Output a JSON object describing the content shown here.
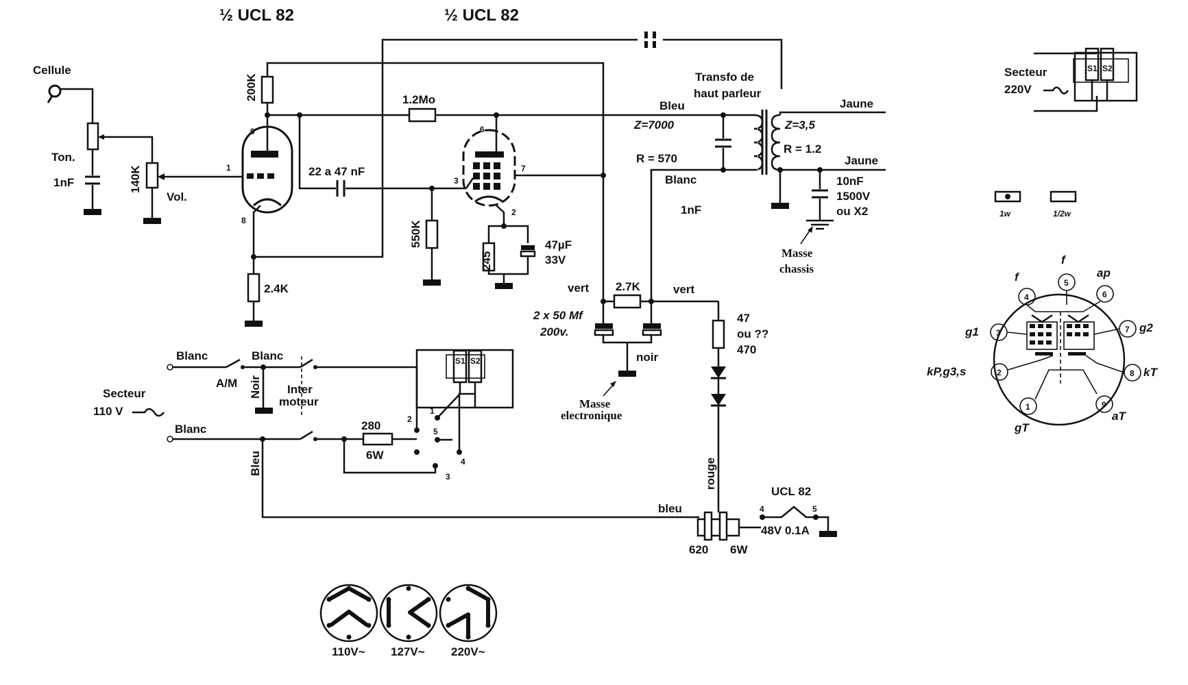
{
  "title": {
    "tube_left": "½ UCL 82",
    "tube_right": "½ UCL 82"
  },
  "input": {
    "cellule": "Cellule",
    "ton": "Ton.",
    "cap_1nf": "1nF",
    "pot_140k": "140K",
    "vol": "Vol."
  },
  "triode": {
    "r_200k": "200K",
    "r_2_4k": "2.4K",
    "pin9": "9",
    "pin1": "1",
    "pin8": "8"
  },
  "coupling": {
    "r_1_2mo": "1.2Mo",
    "cap": "22 a 47 nF",
    "r_550k": "550K"
  },
  "pentode": {
    "pin6": "6",
    "pin7": "7",
    "pin3": "3",
    "pin2": "2",
    "r_245": "245",
    "cap_47uf": "47µF",
    "cap_33v": "33V"
  },
  "transformer": {
    "title_line1": "Transfo de",
    "title_line2": "haut  parleur",
    "bleu": "Bleu",
    "z_primary": "Z=7000",
    "r_primary": "R = 570",
    "blanc": "Blanc",
    "cap_1nf": "1nF",
    "jaune1": "Jaune",
    "z_secondary": "Z=3,5",
    "r_secondary": "R = 1.2",
    "jaune2": "Jaune",
    "cap_10nf": "10nF",
    "cap_1500v": "1500V",
    "cap_x2": "ou X2",
    "masse1": "Masse",
    "masse2": "chassis"
  },
  "supply": {
    "vert_left": "vert",
    "r_2_7k": "2.7K",
    "vert_right": "vert",
    "caps_line1": "2 x 50 Mf",
    "caps_line2": "200v.",
    "noir": "noir",
    "masse1": "Masse",
    "masse2": "electronique",
    "r_47_1": "47",
    "r_47_2": "ou ??",
    "r_47_3": "470",
    "rouge": "rouge",
    "bleu": "bleu",
    "r_620": "620",
    "r_6w": "6W",
    "heater_title": "UCL 82",
    "heater_pin4": "4",
    "heater_pin5": "5",
    "heater_rating": "48V 0.1A"
  },
  "mains": {
    "blanc1": "Blanc",
    "blanc2": "Blanc",
    "am": "A/M",
    "noir": "Noir",
    "inter1": "Inter",
    "inter2": "moteur",
    "secteur": "Secteur",
    "v110": "110 V",
    "blanc3": "Blanc",
    "bleu": "Bleu",
    "r_280": "280",
    "r_6w": "6W",
    "sw_1": "1",
    "sw_2": "2",
    "sw_3": "3",
    "sw_4": "4",
    "sw_5": "5",
    "s1": "S1",
    "s2": "S2"
  },
  "selector": {
    "v110": "110V~",
    "v127": "127V~",
    "v220": "220V~"
  },
  "inset": {
    "secteur": "Secteur",
    "v220": "220V",
    "s1": "S1",
    "s2": "S2",
    "w1": "1w",
    "w_half": "1/2w"
  },
  "pinout": {
    "f_left": "f",
    "f_top": "f",
    "ap": "ap",
    "g1": "g1",
    "g2": "g2",
    "kp": "kP,g3,s",
    "kt": "kT",
    "gt": "gT",
    "at": "aT",
    "p1": "1",
    "p2": "2",
    "p3": "3",
    "p4": "4",
    "p5": "5",
    "p6": "6",
    "p7": "7",
    "p8": "8",
    "p9": "9"
  }
}
